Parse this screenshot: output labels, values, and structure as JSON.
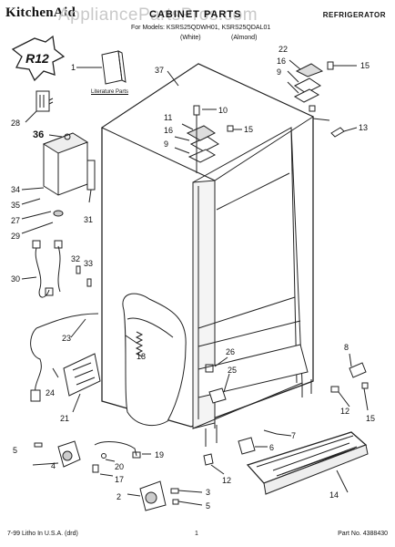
{
  "header": {
    "brand": "KitchenAid",
    "title": "CABINET PARTS",
    "category": "REFRIGERATOR",
    "model_line": "For Models: KSRS25QDWH01, KSRS25QDAL01",
    "variants": [
      "(White)",
      "(Almond)"
    ],
    "watermark": "AppliancePartsPros.com",
    "badge": "R12"
  },
  "diagram": {
    "literature_label": "Literature Parts",
    "callouts": [
      "1",
      "2",
      "3",
      "4",
      "5",
      "5",
      "6",
      "7",
      "8",
      "9",
      "9",
      "10",
      "11",
      "12",
      "12",
      "13",
      "14",
      "15",
      "15",
      "15",
      "16",
      "16",
      "17",
      "18",
      "19",
      "20",
      "21",
      "22",
      "23",
      "24",
      "25",
      "26",
      "27",
      "28",
      "29",
      "30",
      "31",
      "32",
      "33",
      "34",
      "35",
      "36",
      "37"
    ]
  },
  "footer": {
    "left": "7-99 Litho In U.S.A. (drd)",
    "page": "1",
    "part_no": "Part No. 4388430"
  }
}
